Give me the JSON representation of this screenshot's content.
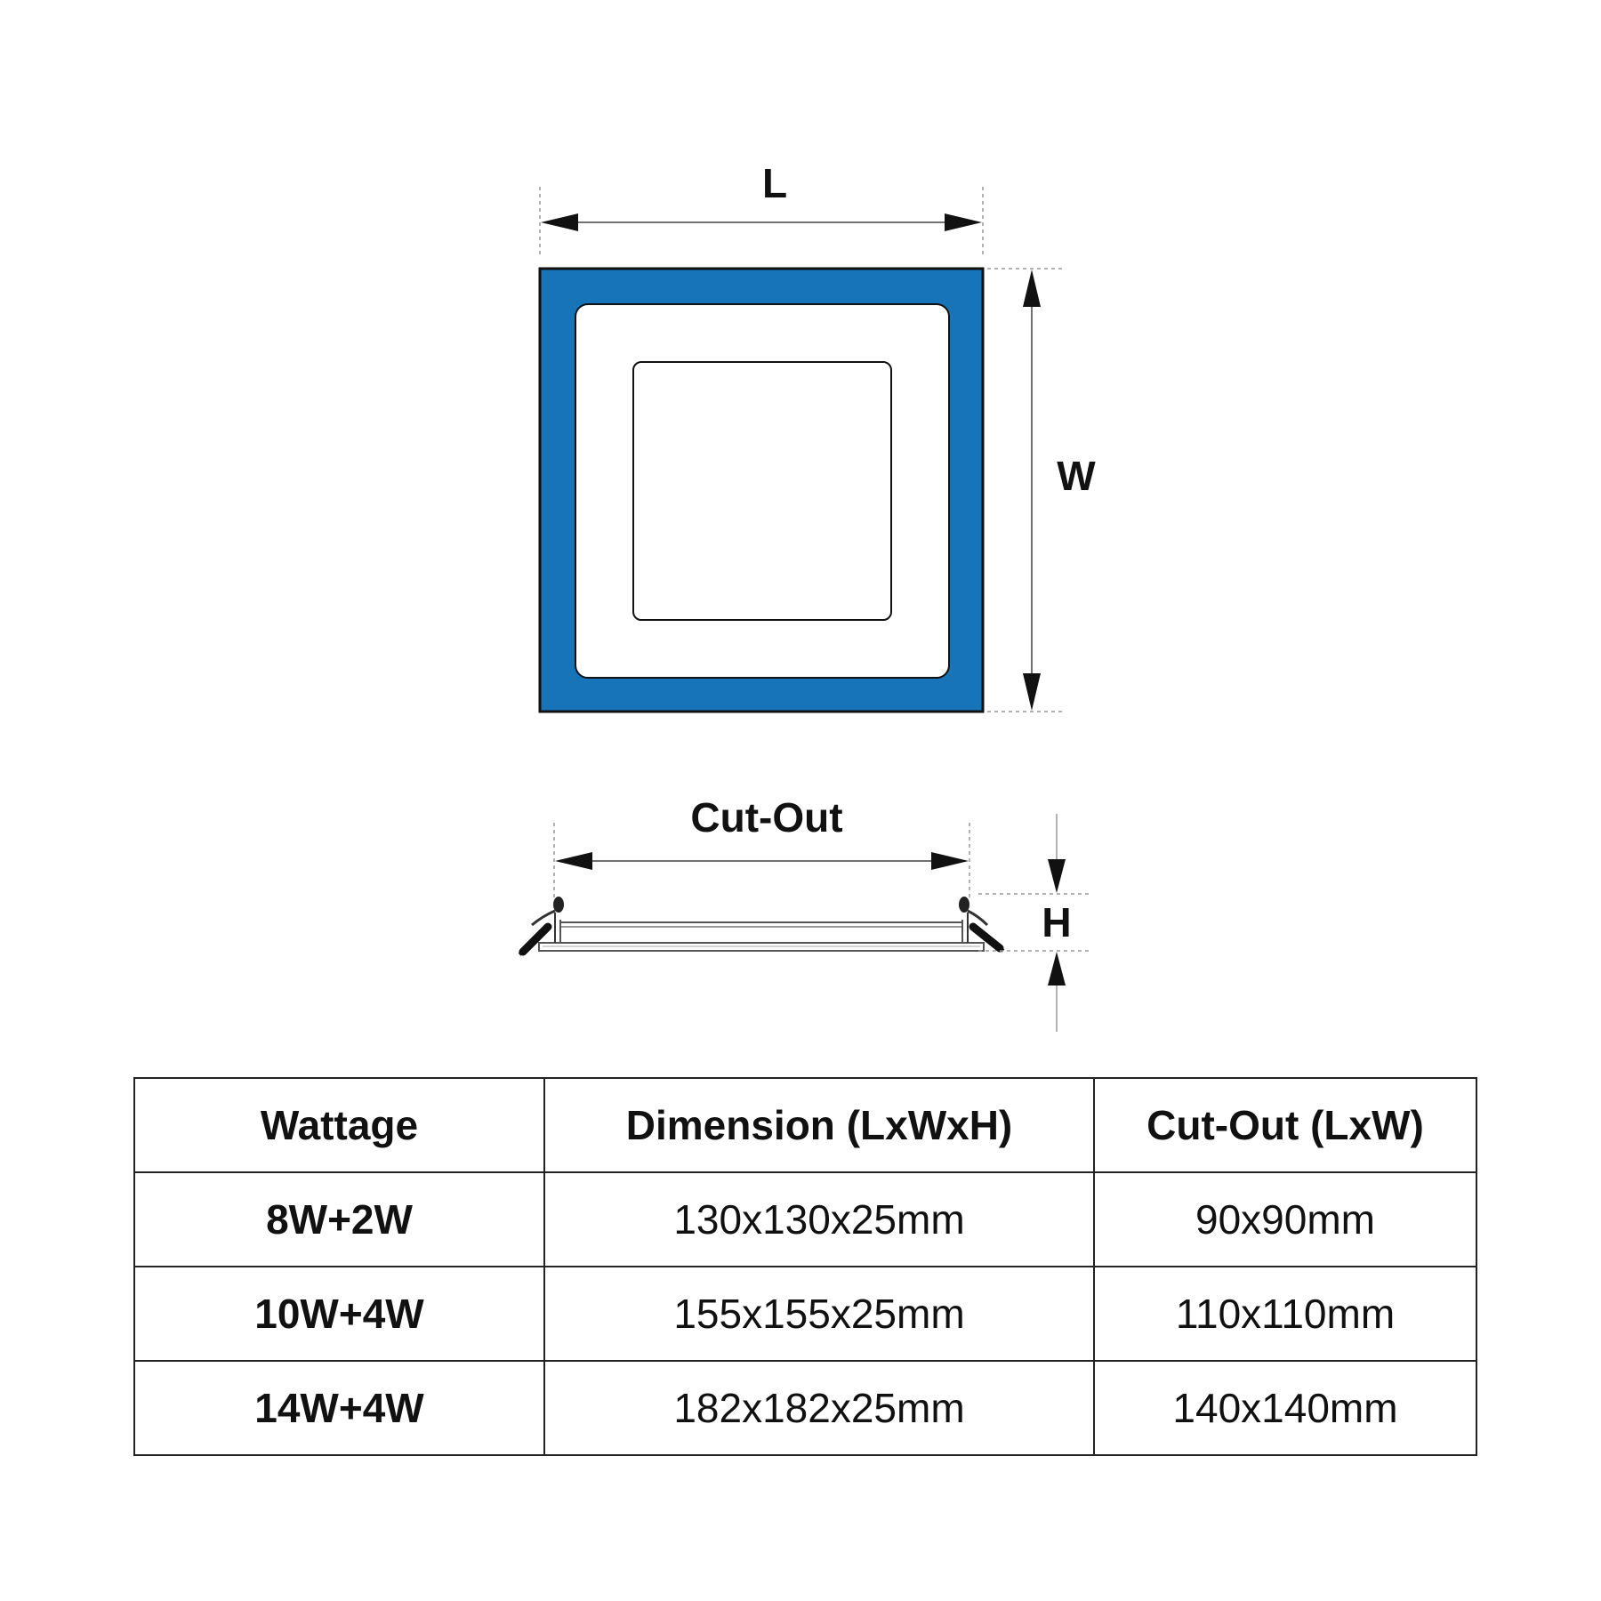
{
  "diagram": {
    "front_view": {
      "length_label": "L",
      "width_label": "W",
      "frame_color": "#1874b8"
    },
    "side_view": {
      "cutout_label": "Cut-Out",
      "height_label": "H"
    }
  },
  "spec_table": {
    "headers": [
      "Wattage",
      "Dimension (LxWxH)",
      "Cut-Out (LxW)"
    ],
    "rows": [
      {
        "wattage": "8W+2W",
        "dimension": "130x130x25mm",
        "cutout": "90x90mm"
      },
      {
        "wattage": "10W+4W",
        "dimension": "155x155x25mm",
        "cutout": "110x110mm"
      },
      {
        "wattage": "14W+4W",
        "dimension": "182x182x25mm",
        "cutout": "140x140mm"
      }
    ]
  }
}
